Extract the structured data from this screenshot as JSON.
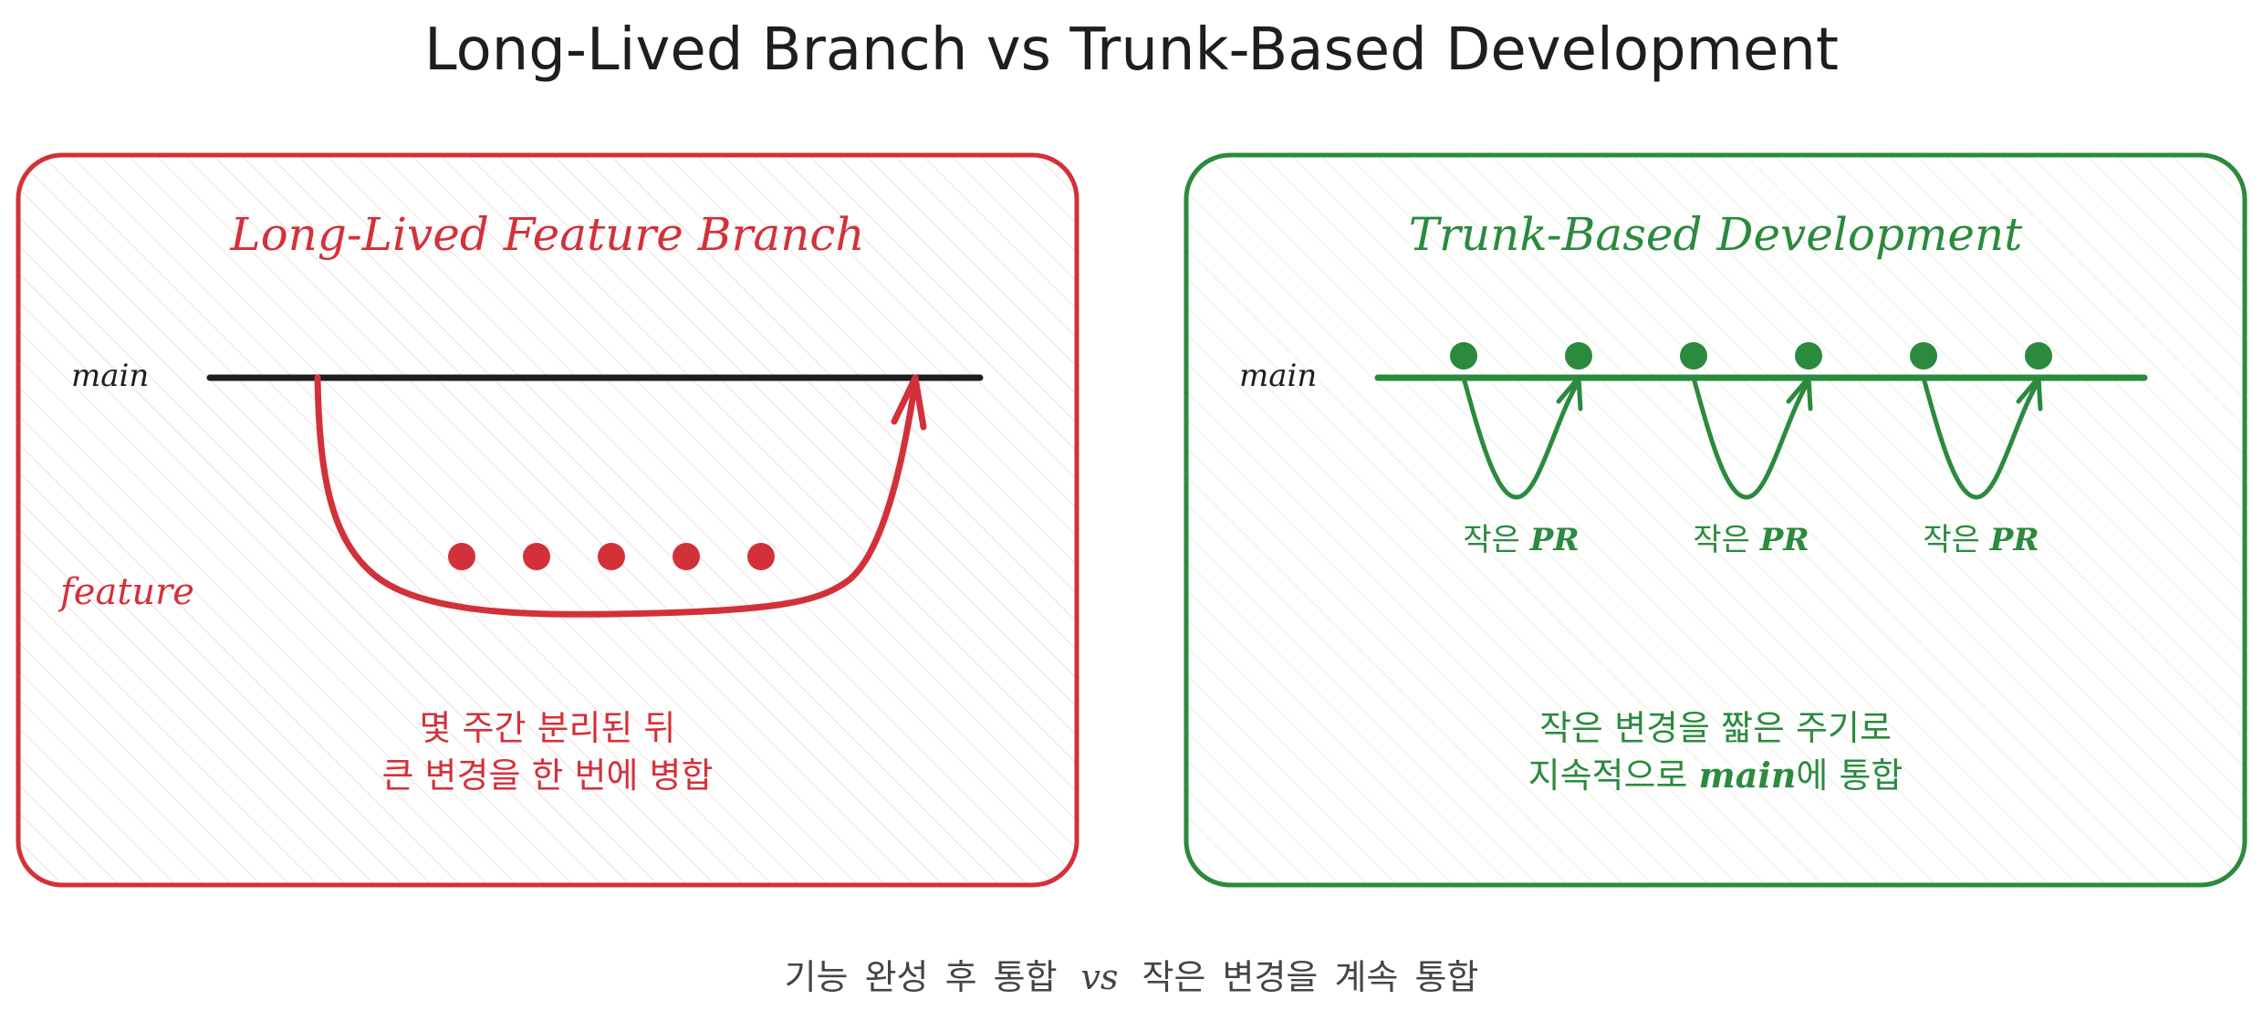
{
  "title": "Long-Lived Branch vs Trunk-Based Development",
  "colors": {
    "red": "#d3313a",
    "green": "#2b8a3e",
    "dark": "#1e1e1e",
    "red_fill": "#fff5f5",
    "green_fill": "#f6fcf4"
  },
  "left_panel": {
    "title": "Long-Lived Feature Branch",
    "main_label": "main",
    "feature_label": "feature",
    "commit_count": 5,
    "note_line1": "몇 주간 분리된 뒤",
    "note_line2": "큰 변경을 한 번에 병합"
  },
  "right_panel": {
    "title": "Trunk-Based Development",
    "main_label": "main",
    "pr_prefix": "작은",
    "pr_suffix": "PR",
    "pr_count": 3,
    "note_line1": "작은 변경을 짧은 주기로",
    "note_line2_prefix": "지속적으로",
    "note_line2_main": "main",
    "note_line2_suffix": "에 통합"
  },
  "footer": {
    "left": "기능 완성 후 통합",
    "vs": "vs",
    "right": "작은 변경을 계속 통합"
  }
}
